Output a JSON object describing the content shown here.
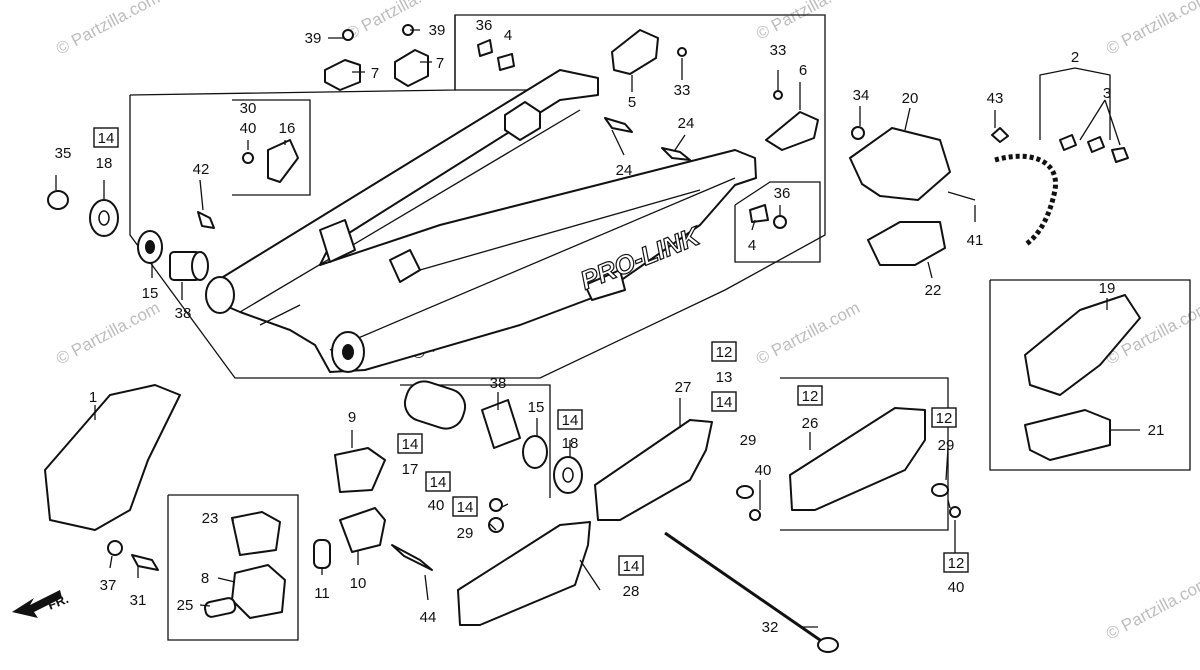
{
  "watermarks": [
    "© Partzilla.com",
    "© Partzilla.com",
    "© Partzilla.com",
    "© Partzilla.com",
    "© Partzilla.com",
    "© Partzilla.com",
    "© Partzilla.com",
    "© Partzilla.com"
  ],
  "center_watermark": "© Partzilla.com",
  "pro_link": "PRO-LINK",
  "front_arrow": "FR.",
  "callouts": [
    {
      "text": "39",
      "boxed": false
    },
    {
      "text": "39",
      "boxed": false
    },
    {
      "text": "36",
      "boxed": false
    },
    {
      "text": "4",
      "boxed": false
    },
    {
      "text": "7",
      "boxed": false
    },
    {
      "text": "7",
      "boxed": false
    },
    {
      "text": "5",
      "boxed": false
    },
    {
      "text": "33",
      "boxed": false
    },
    {
      "text": "33",
      "boxed": false
    },
    {
      "text": "6",
      "boxed": false
    },
    {
      "text": "2",
      "boxed": false
    },
    {
      "text": "3",
      "boxed": false
    },
    {
      "text": "34",
      "boxed": false
    },
    {
      "text": "20",
      "boxed": false
    },
    {
      "text": "43",
      "boxed": false
    },
    {
      "text": "30",
      "boxed": false
    },
    {
      "text": "40",
      "boxed": false
    },
    {
      "text": "16",
      "boxed": false
    },
    {
      "text": "14",
      "boxed": true
    },
    {
      "text": "35",
      "boxed": false
    },
    {
      "text": "18",
      "boxed": false
    },
    {
      "text": "42",
      "boxed": false
    },
    {
      "text": "24",
      "boxed": false
    },
    {
      "text": "24",
      "boxed": false
    },
    {
      "text": "36",
      "boxed": false
    },
    {
      "text": "4",
      "boxed": false
    },
    {
      "text": "41",
      "boxed": false
    },
    {
      "text": "22",
      "boxed": false
    },
    {
      "text": "15",
      "boxed": false
    },
    {
      "text": "38",
      "boxed": false
    },
    {
      "text": "19",
      "boxed": false
    },
    {
      "text": "12",
      "boxed": true
    },
    {
      "text": "13",
      "boxed": false
    },
    {
      "text": "14",
      "boxed": true
    },
    {
      "text": "1",
      "boxed": false
    },
    {
      "text": "9",
      "boxed": false
    },
    {
      "text": "38",
      "boxed": false
    },
    {
      "text": "15",
      "boxed": false
    },
    {
      "text": "27",
      "boxed": false
    },
    {
      "text": "12",
      "boxed": true
    },
    {
      "text": "26",
      "boxed": false
    },
    {
      "text": "12",
      "boxed": true
    },
    {
      "text": "29",
      "boxed": false
    },
    {
      "text": "21",
      "boxed": false
    },
    {
      "text": "14",
      "boxed": true
    },
    {
      "text": "17",
      "boxed": false
    },
    {
      "text": "14",
      "boxed": true
    },
    {
      "text": "18",
      "boxed": false
    },
    {
      "text": "29",
      "boxed": false
    },
    {
      "text": "40",
      "boxed": false
    },
    {
      "text": "14",
      "boxed": true
    },
    {
      "text": "40",
      "boxed": false
    },
    {
      "text": "14",
      "boxed": true
    },
    {
      "text": "29",
      "boxed": false
    },
    {
      "text": "23",
      "boxed": false
    },
    {
      "text": "8",
      "boxed": false
    },
    {
      "text": "25",
      "boxed": false
    },
    {
      "text": "37",
      "boxed": false
    },
    {
      "text": "31",
      "boxed": false
    },
    {
      "text": "11",
      "boxed": false
    },
    {
      "text": "10",
      "boxed": false
    },
    {
      "text": "44",
      "boxed": false
    },
    {
      "text": "14",
      "boxed": true
    },
    {
      "text": "28",
      "boxed": false
    },
    {
      "text": "32",
      "boxed": false
    },
    {
      "text": "12",
      "boxed": true
    },
    {
      "text": "40",
      "boxed": false
    }
  ]
}
